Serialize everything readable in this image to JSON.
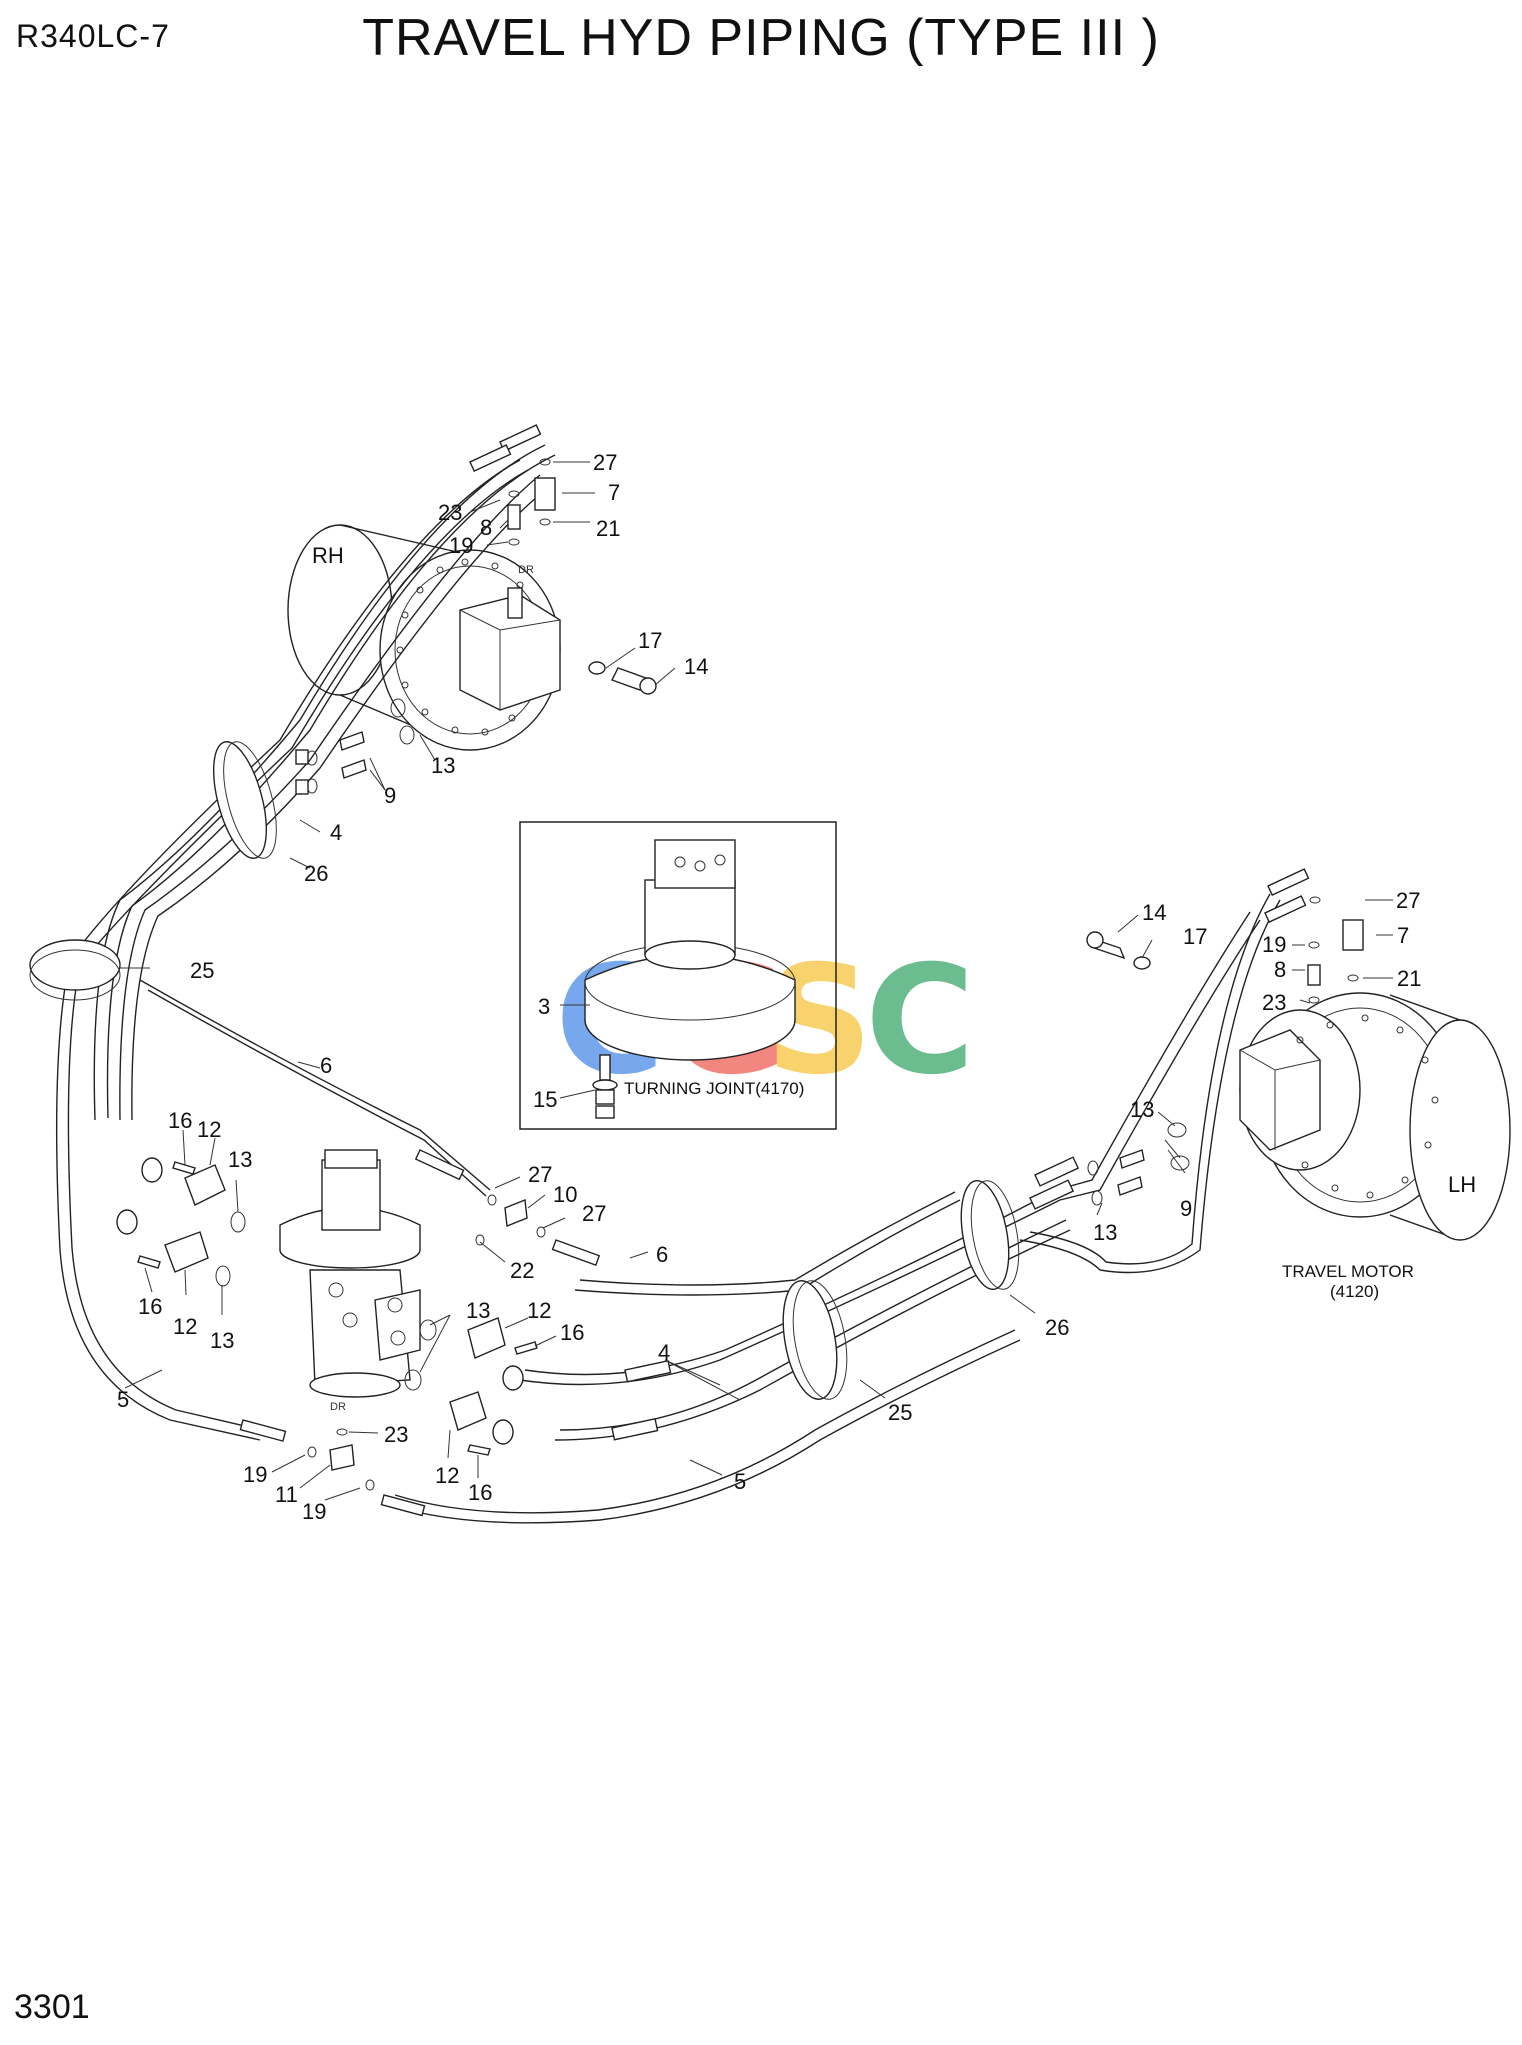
{
  "header": {
    "model": "R340LC-7",
    "title": "TRAVEL HYD PIPING (TYPE III )"
  },
  "footer": {
    "page_number": "3301"
  },
  "watermark": {
    "letters": [
      "C",
      "G",
      "S",
      "C"
    ],
    "colors": [
      "#4a8be8",
      "#ee5f55",
      "#f6c33c",
      "#3aa86a"
    ]
  },
  "inset": {
    "caption": "TURNING JOINT(4170)"
  },
  "motors": {
    "rh_label": "RH",
    "lh_label": "LH",
    "travel_motor_caption": [
      "TRAVEL MOTOR",
      "(4120)"
    ]
  },
  "small_marks": {
    "dr_top": "DR",
    "dr_bottom": "DR"
  },
  "callouts": {
    "rh_27": "27",
    "rh_7": "7",
    "rh_23": "23",
    "rh_8": "8",
    "rh_21": "21",
    "rh_19": "19",
    "rh_17": "17",
    "rh_14": "14",
    "rh_13": "13",
    "rh_9": "9",
    "rh_4": "4",
    "rh_26": "26",
    "left_25": "25",
    "inset_3": "3",
    "inset_15": "15",
    "mid_6": "6",
    "tj_27a": "27",
    "tj_10": "10",
    "tj_27b": "27",
    "tj_22": "22",
    "tj_6": "6",
    "tl_16": "16",
    "tl_12": "12",
    "tl_13": "13",
    "bl_16": "16",
    "bl_12": "12",
    "bl_13": "13",
    "mid_13": "13",
    "mr_12": "12",
    "mr_16": "16",
    "low_12": "12",
    "low_16": "16",
    "mid_4": "4",
    "dr_23": "23",
    "left_5": "5",
    "b_19a": "19",
    "b_11": "11",
    "b_19b": "19",
    "bot_5": "5",
    "bot_25": "25",
    "r_26": "26",
    "lh_13a": "13",
    "lh_13b": "13",
    "lh_9": "9",
    "lh_14": "14",
    "lh_17": "17",
    "lh_27": "27",
    "lh_7": "7",
    "lh_19": "19",
    "lh_8": "8",
    "lh_21": "21",
    "lh_23": "23"
  }
}
